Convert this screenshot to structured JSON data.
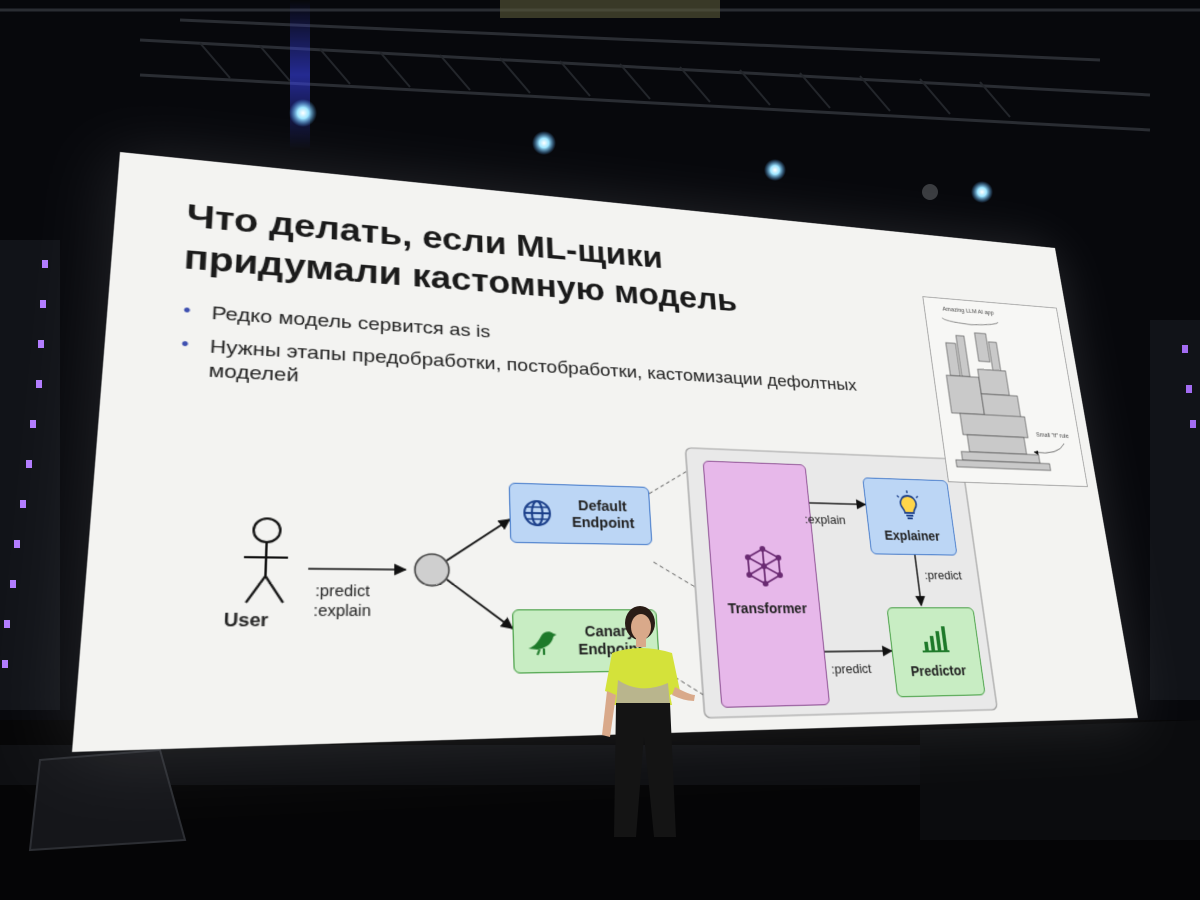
{
  "slide": {
    "title_line1": "Что делать, если ML-щики",
    "title_line2": "придумали кастомную модель",
    "bullets": [
      "Редко модель сервится as is",
      "Нужны этапы предобработки, постобработки, кастомизации дефолтных моделей"
    ]
  },
  "diagram": {
    "user_label": "User",
    "user_edge_labels": [
      ":predict",
      ":explain"
    ],
    "default_endpoint": "Default Endpoint",
    "canary_endpoint": "Canary Endpoint",
    "transformer": "Transformer",
    "explainer": "Explainer",
    "predictor": "Predictor",
    "explain_label": ":explain",
    "predict_label_right": ":predict",
    "predict_label_bottom": ":predict"
  },
  "thumbnail": {
    "title": "Amazing LLM AI app",
    "annotation": "Small \"if\" rule"
  },
  "colors": {
    "slide_bg": "#f3f3f1",
    "blue_fill": "#bcd6f5",
    "blue_stroke": "#3c74c8",
    "green_fill": "#c8edc3",
    "green_stroke": "#3c9a3a",
    "purple_fill": "#e7b8ea",
    "purple_stroke": "#8a4c90",
    "shirt": "#d7e63a"
  },
  "icons": [
    "stick-figure-icon",
    "globe-icon",
    "bird-icon",
    "neural-network-icon",
    "lightbulb-icon",
    "bar-chart-icon"
  ]
}
